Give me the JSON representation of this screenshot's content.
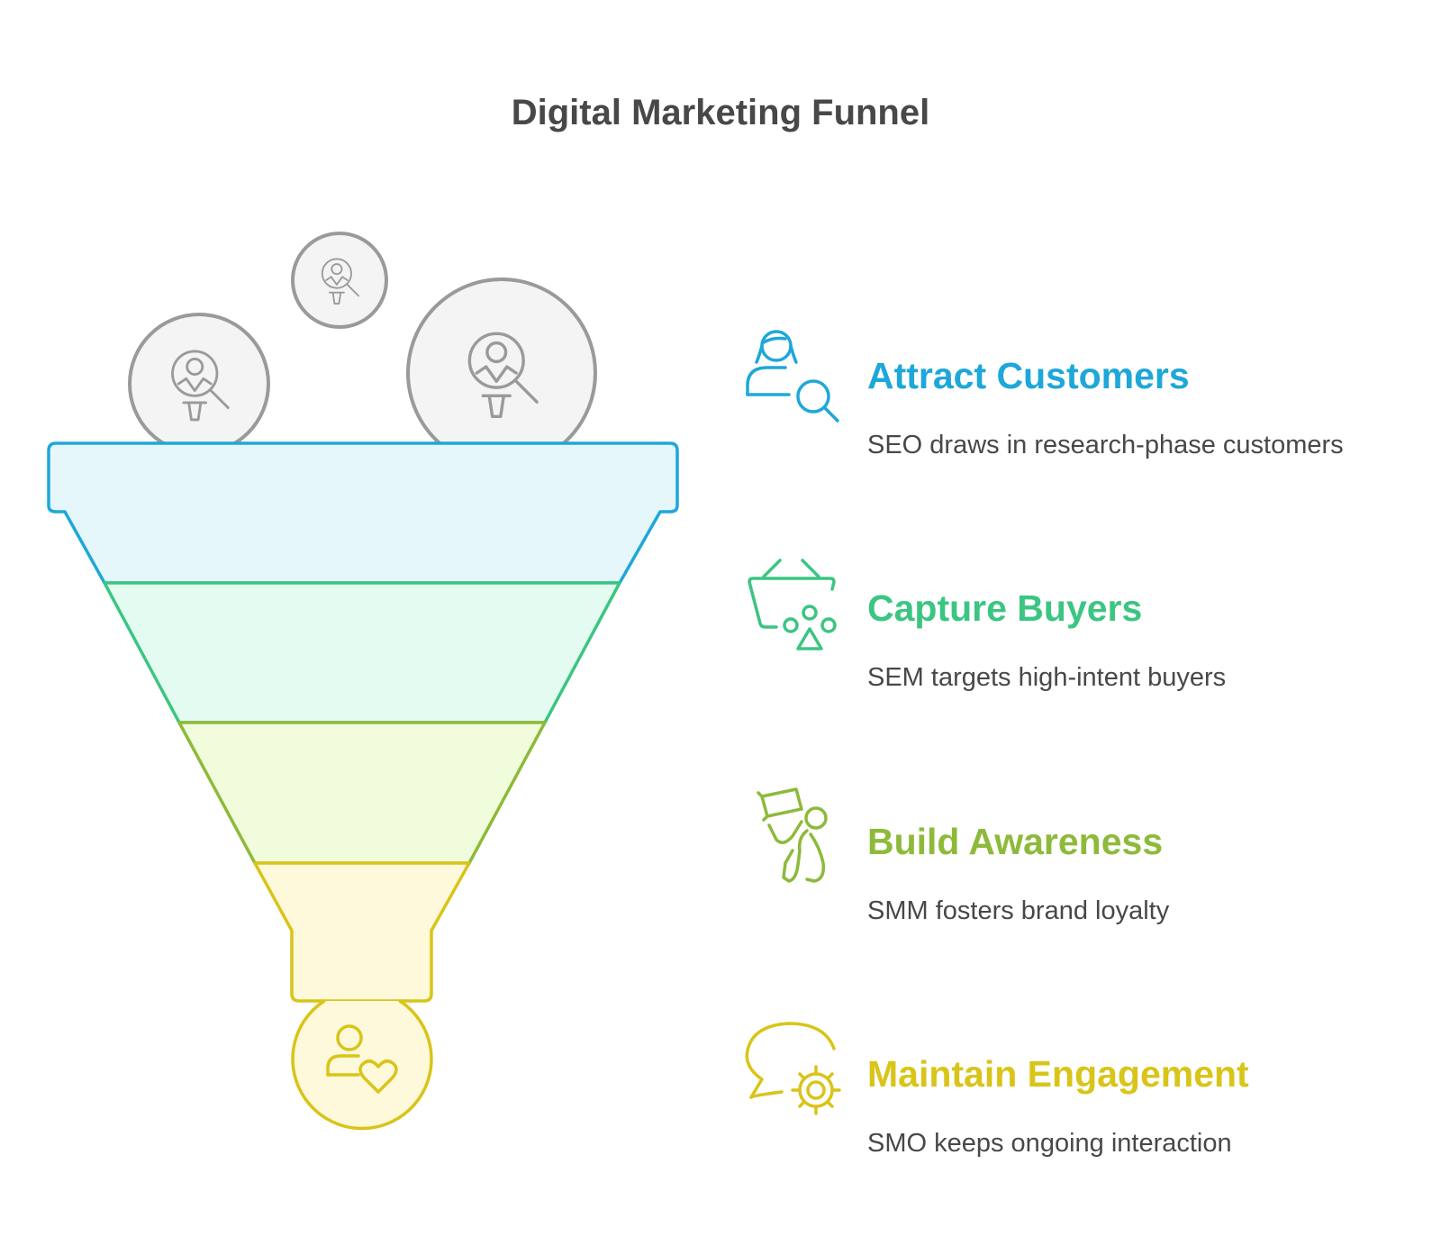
{
  "title": "Digital Marketing Funnel",
  "stages": [
    {
      "heading": "Attract Customers",
      "description": "SEO draws in research-phase customers",
      "color": "#1EA7D9",
      "fill": "#E5F7FB",
      "icon": "woman-search-icon"
    },
    {
      "heading": "Capture Buyers",
      "description": "SEM targets high-intent buyers",
      "color": "#3CC582",
      "fill": "#E3FBF0",
      "icon": "basket-icon"
    },
    {
      "heading": "Build Awareness",
      "description": "SMM fosters brand loyalty",
      "color": "#8DBA3A",
      "fill": "#F1FCDC",
      "icon": "megaphone-person-icon"
    },
    {
      "heading": "Maintain Engagement",
      "description": "SMO keeps ongoing interaction",
      "color": "#D9C418",
      "fill": "#FDF9DA",
      "icon": "chat-gear-icon"
    }
  ],
  "bubble_icon": "person-search-icon",
  "bubble_color": "#9A9A9A",
  "bubble_fill": "#F4F4F4",
  "output_icon": "person-heart-icon",
  "text_color": "#484848"
}
